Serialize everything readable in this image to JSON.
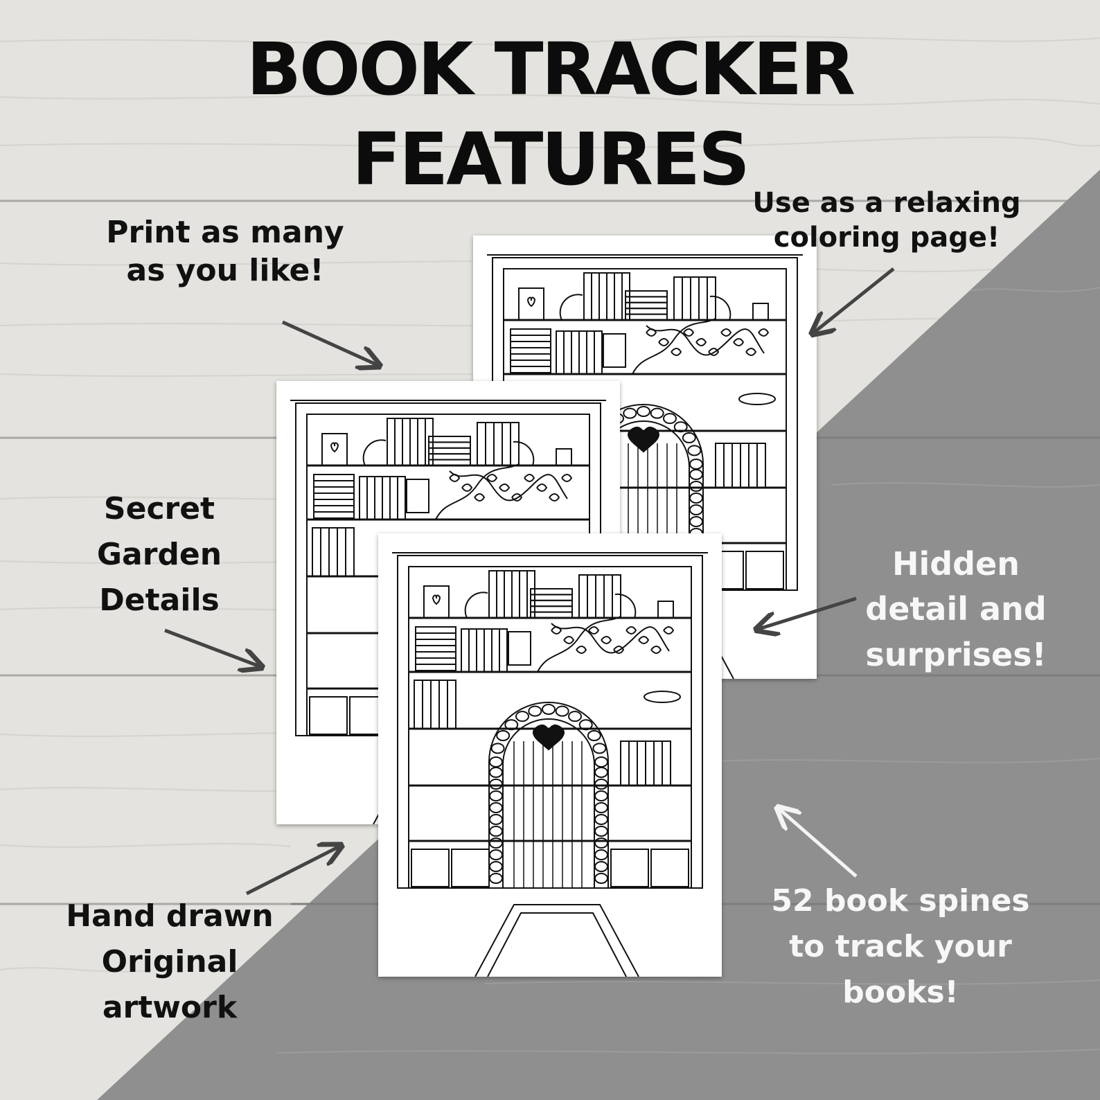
{
  "title": {
    "line1": "BOOK TRACKER",
    "line2": "FEATURES"
  },
  "callouts": {
    "print": "Print as many\nas you like!",
    "coloring": "Use as a relaxing\ncoloring page!",
    "secret_garden": "Secret\nGarden\nDetails",
    "hidden": "Hidden\ndetail and\nsurprises!",
    "hand_drawn": "Hand drawn\nOriginal\nartwork",
    "spines": "52 book spines\nto track your\nbooks!"
  },
  "colors": {
    "wood_light": "#e4e3df",
    "wood_dark": "#8f8f8f",
    "text_dark": "#111111",
    "text_light": "#f7f7f7",
    "arrow_dark": "#444444",
    "arrow_light": "#f4f4f4"
  }
}
